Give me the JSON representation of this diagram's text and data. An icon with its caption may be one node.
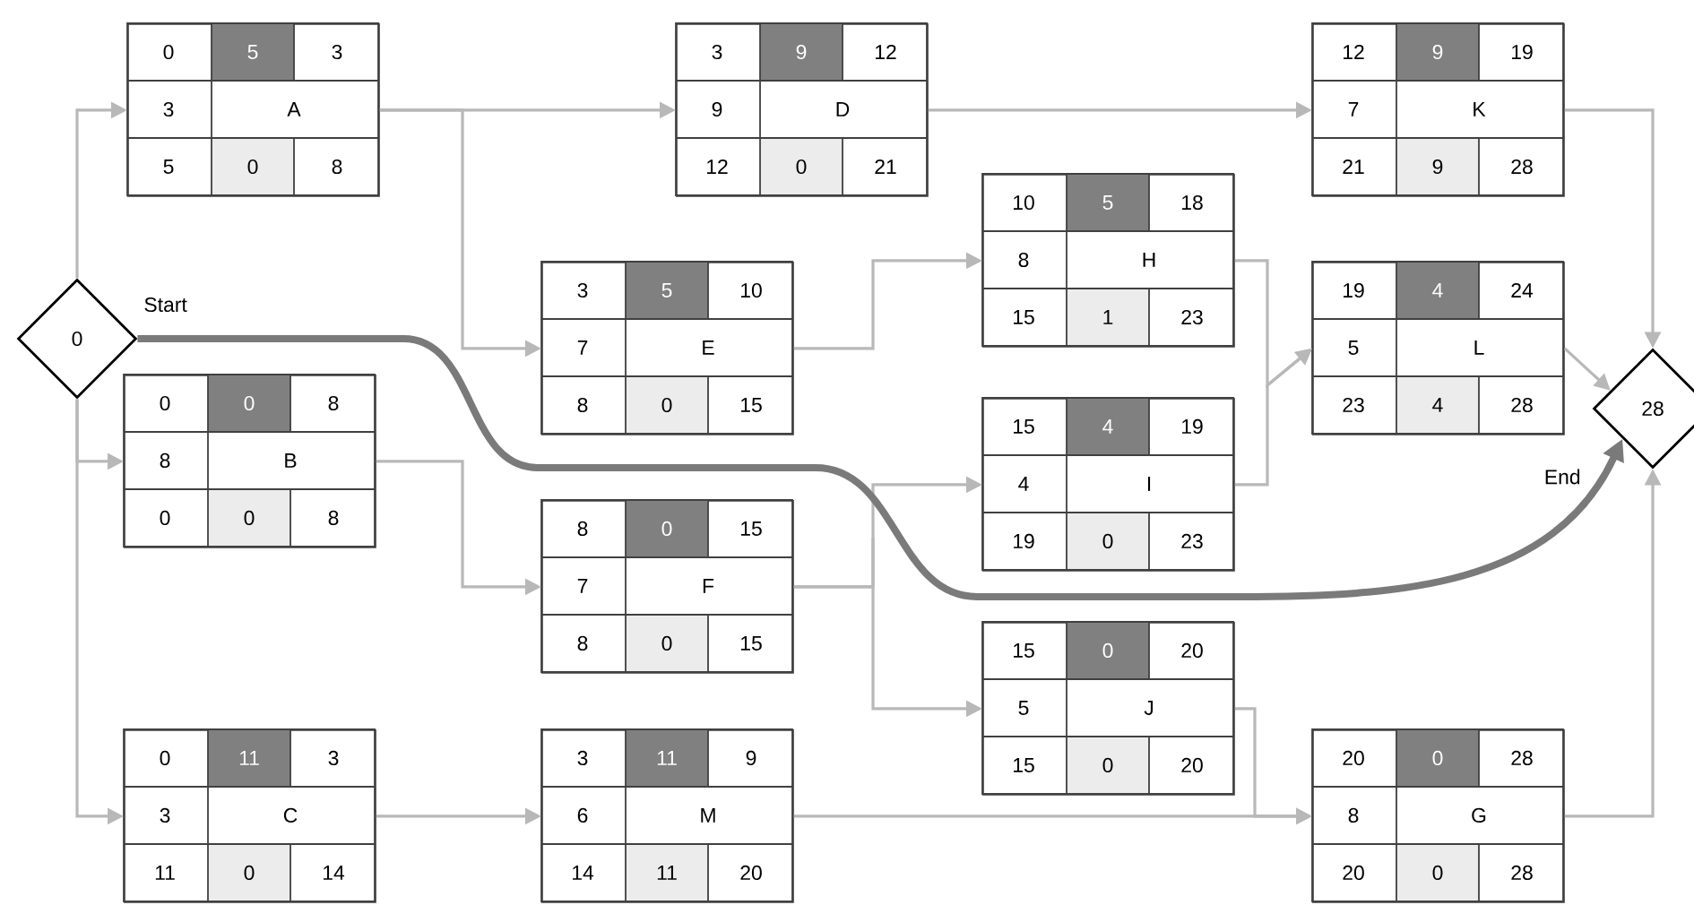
{
  "diagram": {
    "nodes": [
      {
        "text": [
          "0"
        ],
        "beside": [
          "Start"
        ]
      },
      {
        "text": [
          "0",
          "5",
          "3",
          "3",
          "A",
          "5",
          "0",
          "8"
        ]
      },
      {
        "text": [
          "0",
          "0",
          "8",
          "8",
          "B",
          "0",
          "0",
          "8"
        ]
      },
      {
        "text": [
          "0",
          "11",
          "3",
          "3",
          "C",
          "11",
          "0",
          "14"
        ]
      },
      {
        "text": [
          "3",
          "9",
          "12",
          "9",
          "D",
          "12",
          "0",
          "21"
        ]
      },
      {
        "text": [
          "3",
          "5",
          "10",
          "7",
          "E",
          "8",
          "0",
          "15"
        ]
      },
      {
        "text": [
          "8",
          "0",
          "15",
          "7",
          "F",
          "8",
          "0",
          "15"
        ]
      },
      {
        "text": [
          "3",
          "11",
          "9",
          "6",
          "M",
          "14",
          "11",
          "20"
        ]
      },
      {
        "text": [
          "10",
          "5",
          "18",
          "8",
          "H",
          "15",
          "1",
          "23"
        ]
      },
      {
        "text": [
          "15",
          "4",
          "19",
          "4",
          "I",
          "19",
          "0",
          "23"
        ]
      },
      {
        "text": [
          "15",
          "0",
          "20",
          "5",
          "J",
          "15",
          "0",
          "20"
        ]
      },
      {
        "text": [
          "12",
          "9",
          "19",
          "7",
          "K",
          "21",
          "9",
          "28"
        ]
      },
      {
        "text": [
          "19",
          "4",
          "24",
          "5",
          "L",
          "23",
          "4",
          "28"
        ]
      },
      {
        "text": [
          "20",
          "0",
          "28",
          "8",
          "G",
          "20",
          "0",
          "28"
        ]
      },
      {
        "text": [
          "28"
        ],
        "beside": [
          "End"
        ]
      }
    ],
    "edges": [
      {
        "from": 0,
        "to": 1,
        "arrow": "to"
      },
      {
        "from": 0,
        "to": 2,
        "arrow": "to"
      },
      {
        "from": 0,
        "to": 3,
        "arrow": "to"
      },
      {
        "from": 1,
        "to": 4,
        "arrow": "to"
      },
      {
        "from": 1,
        "to": 5,
        "arrow": "to"
      },
      {
        "from": 2,
        "to": 6,
        "arrow": "to"
      },
      {
        "from": 3,
        "to": 7,
        "arrow": "to"
      },
      {
        "from": 4,
        "to": 11,
        "arrow": "to"
      },
      {
        "from": 5,
        "to": 8,
        "arrow": "to"
      },
      {
        "from": 6,
        "to": 9,
        "arrow": "to"
      },
      {
        "from": 6,
        "to": 10,
        "arrow": "to"
      },
      {
        "from": 8,
        "to": 12,
        "arrow": "to"
      },
      {
        "from": 9,
        "to": 12,
        "arrow": "to"
      },
      {
        "from": 10,
        "to": 13,
        "arrow": "to"
      },
      {
        "from": 7,
        "to": 13,
        "arrow": "to"
      },
      {
        "from": 11,
        "to": 14,
        "arrow": "to"
      },
      {
        "from": 12,
        "to": 14,
        "arrow": "to"
      },
      {
        "from": 13,
        "to": 14,
        "arrow": "to"
      },
      {
        "from": 0,
        "to": 14,
        "arrow": "to",
        "style": "thick",
        "color": "#7a7a7a"
      }
    ]
  }
}
